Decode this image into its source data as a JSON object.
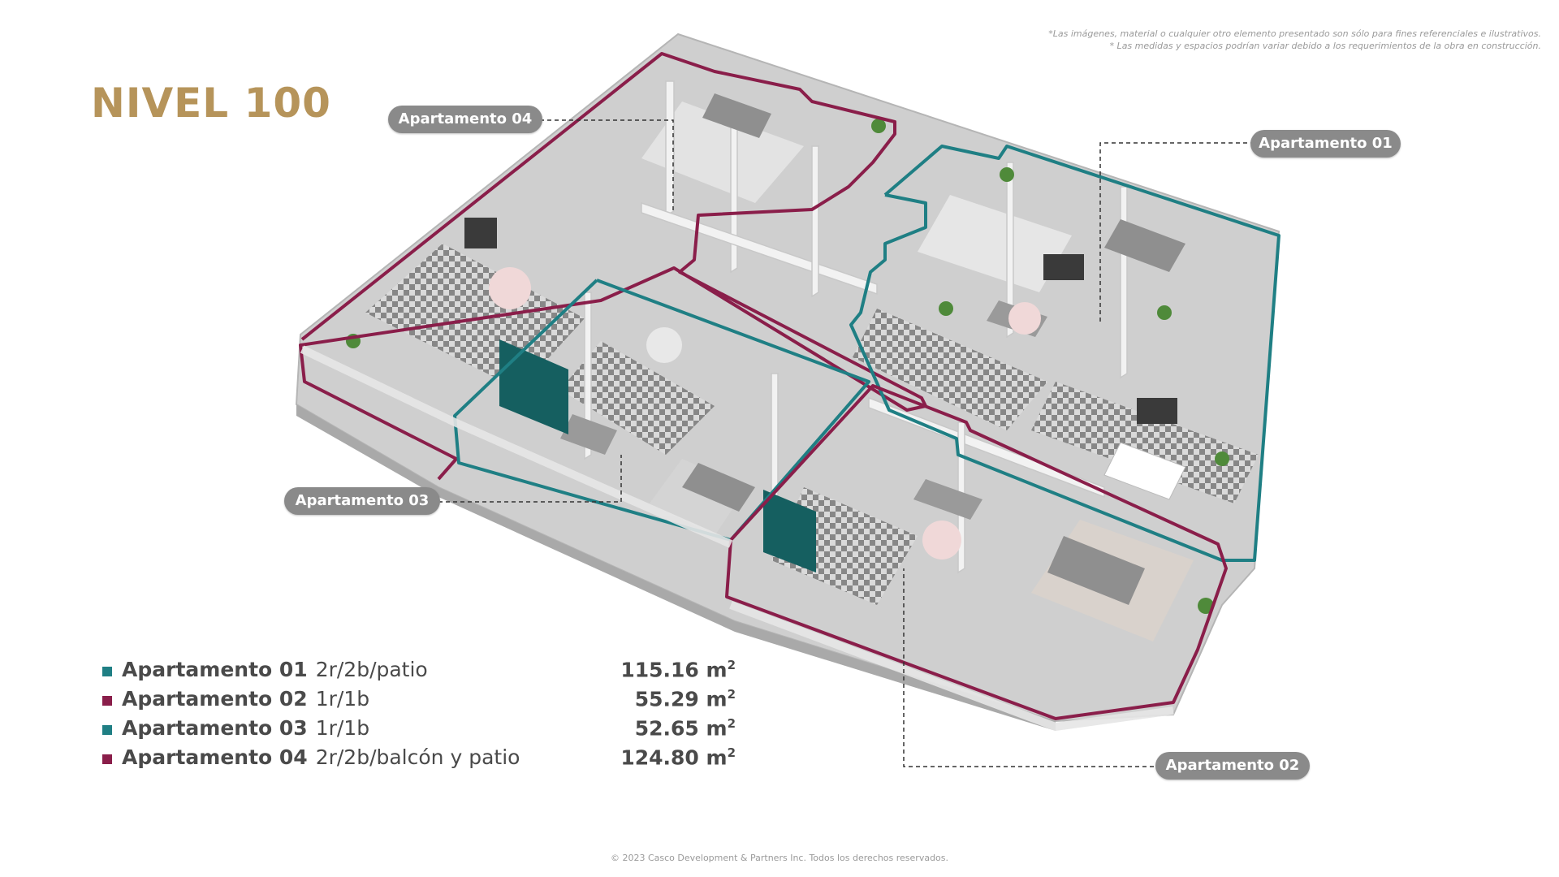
{
  "title": "NIVEL 100",
  "colors": {
    "title": "#b6945a",
    "teal": "#1f7f84",
    "maroon": "#8a1e4a",
    "label_bg": "#8a8a8a"
  },
  "disclaimer": {
    "line1": "*Las imágenes, material o cualquier otro elemento presentado son sólo para fines referenciales e ilustrativos.",
    "line2": "* Las medidas y espacios podrían variar debido a los requerimientos de la obra en construcción."
  },
  "labels": {
    "apt01": "Apartamento 01",
    "apt02": "Apartamento 02",
    "apt03": "Apartamento 03",
    "apt04": "Apartamento 04"
  },
  "legend": [
    {
      "name": "Apartamento 01",
      "desc": "2r/2b/patio",
      "area": "115.16 m",
      "unit_sup": "2",
      "color": "#1f7f84"
    },
    {
      "name": "Apartamento 02",
      "desc": "1r/1b",
      "area": "55.29 m",
      "unit_sup": "2",
      "color": "#8a1e4a"
    },
    {
      "name": "Apartamento 03",
      "desc": "1r/1b",
      "area": "52.65 m",
      "unit_sup": "2",
      "color": "#1f7f84"
    },
    {
      "name": "Apartamento 04",
      "desc": "2r/2b/balcón y patio",
      "area": "124.80 m",
      "unit_sup": "2",
      "color": "#8a1e4a"
    }
  ],
  "footer": "© 2023 Casco Development & Partners Inc. Todos los derechos reservados."
}
